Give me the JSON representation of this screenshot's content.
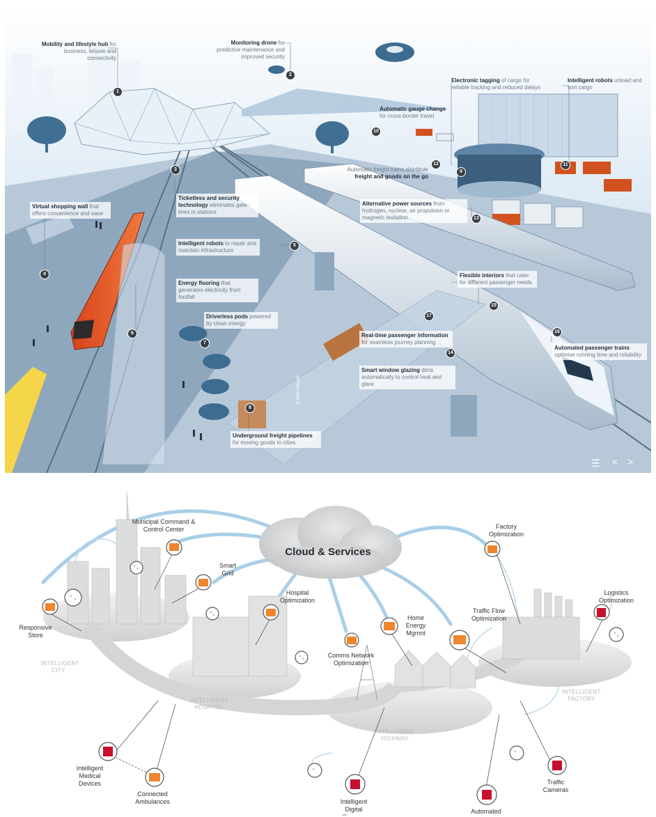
{
  "top": {
    "items": [
      {
        "n": "1",
        "bold": "Mobility and lifestyle hub",
        "rest": " for business, leisure and connectivity"
      },
      {
        "n": "2",
        "bold": "Monitoring drone",
        "rest": " for predictive maintenance and improved security"
      },
      {
        "n": "3",
        "bold": "Ticketless and security technology",
        "rest": " eliminates gate-lines in stations"
      },
      {
        "n": "4",
        "bold": "Virtual shopping wall",
        "rest": " that offers convenience and ease"
      },
      {
        "n": "5",
        "bold": "Intelligent robots",
        "rest": " to repair and maintain infrastructure"
      },
      {
        "n": "6",
        "bold": "Energy flooring",
        "rest": " that generates electricity from footfall"
      },
      {
        "n": "7",
        "bold": "Driverless pods",
        "rest": " powered by clean energy"
      },
      {
        "n": "8",
        "bold": "Underground freight pipelines",
        "rest": " for moving goods in cities"
      },
      {
        "n": "9",
        "bold": "Electronic tagging",
        "rest": " of cargo for reliable tracking and reduced delays"
      },
      {
        "n": "10",
        "bold": "Automatic gauge change",
        "rest": " for cross-border travel"
      },
      {
        "n": "11",
        "bold": "Intelligent robots",
        "rest": " unload and sort cargo"
      },
      {
        "n": "12",
        "pre": "Automatic freight trains distribute ",
        "bold": "freight and goods on the go",
        "rest": ""
      },
      {
        "n": "13",
        "bold": "Alternative power sources",
        "rest": " from hydrogen, nuclear, air propulsion or magnetic levitation"
      },
      {
        "n": "14",
        "bold": "Real-time passenger information",
        "rest": " for seamless journey planning"
      },
      {
        "n": "15",
        "bold": "Flexible interiors",
        "rest": " that cater for different passenger needs"
      },
      {
        "n": "16",
        "bold": "Automated passenger trains",
        "rest": " optimise running time and reliability"
      },
      {
        "n": "17",
        "bold": "Smart window glazing",
        "rest": " dims automatically to control heat and glare"
      }
    ],
    "credit": "© Rob House",
    "nav": {
      "list_icon": "list-icon",
      "prev": "<",
      "next": ">"
    }
  },
  "bottom": {
    "cloud": "Cloud & Services",
    "labels": {
      "municipal": "Municipal Command & Control Center",
      "smart_grid": "Smart Grid",
      "responsive_store": "Responsive Store",
      "hospital_opt": "Hospital Optimization",
      "comms": "Comms Network Optimization",
      "home_energy": "Home Energy Mgmnt",
      "traffic_flow": "Traffic Flow Optimization",
      "factory_opt": "Factory Optimization",
      "logistics": "Logistics Optimization",
      "medical": "Intelligent Medical Devices",
      "ambulances": "Connected Ambulances",
      "signage": "Intelligent Digital Signage",
      "car_system": "Automated Car System",
      "traffic_cameras": "Traffic Cameras"
    },
    "zones": {
      "city": "INTELLIGENT CITY",
      "hospital": "INTELLIGENT HOSPITAL",
      "highway": "INTELLIGENT HIGHWAY",
      "factory": "INTELLIGENT FACTORY"
    },
    "colors": {
      "orange": "#f0852d",
      "red": "#c8102e",
      "arrow": "#9ec7e4"
    }
  }
}
